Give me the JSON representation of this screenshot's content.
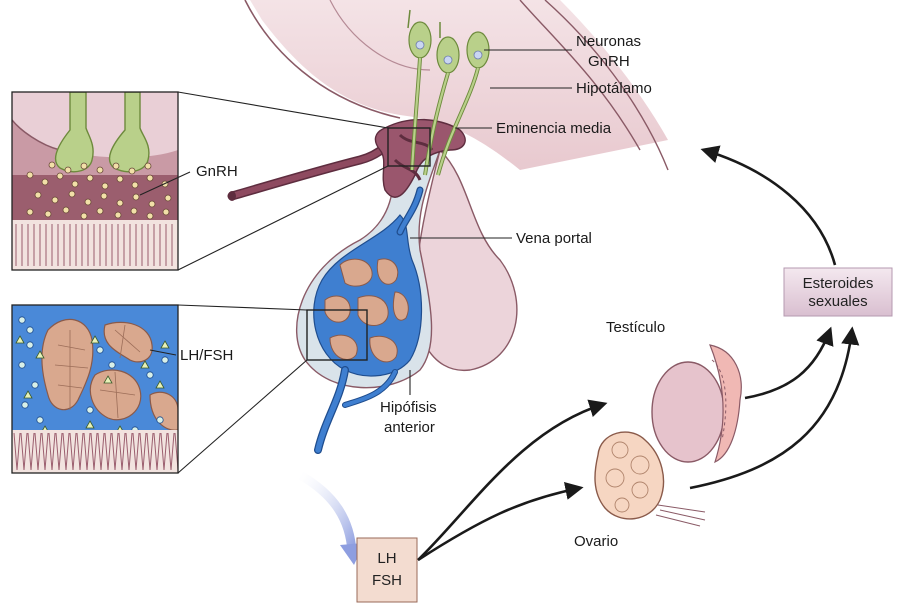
{
  "labels": {
    "gnrh_neurons_line1": "Neuronas",
    "gnrh_neurons_line2": "GnRH",
    "hypothalamus": "Hipotálamo",
    "median_eminence": "Eminencia media",
    "gnrh": "GnRH",
    "portal_vein": "Vena portal",
    "lh_fsh_inset": "LH/FSH",
    "anterior_pituitary_line1": "Hipófisis",
    "anterior_pituitary_line2": "anterior",
    "testis": "Testículo",
    "ovary": "Ovario",
    "sex_steroids_line1": "Esteroides",
    "sex_steroids_line2": "sexuales",
    "hormone_box_line1": "LH",
    "hormone_box_line2": "FSH"
  },
  "colors": {
    "brain_tissue": "#efd9de",
    "brain_outline": "#8a5a66",
    "portal_vessel": "#8e4a60",
    "neuron_green": "#b9d08a",
    "blood_blue": "#3f7fd0",
    "cell_tan": "#d9a88e",
    "inset_pink": "#b98591",
    "steroid_box": "#e6d3df",
    "hormone_box": "#f3dcd0",
    "feedback_arrow": "#1a1a1a",
    "flow_arrow": "#a9b6e8"
  }
}
